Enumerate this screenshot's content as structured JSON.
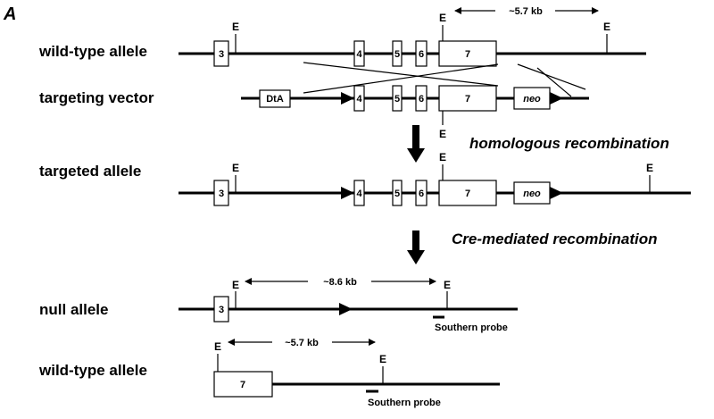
{
  "panel_label": "A",
  "rows": {
    "wt1": "wild-type allele",
    "vector": "targeting vector",
    "targeted": "targeted allele",
    "null": "null allele",
    "wt2": "wild-type allele"
  },
  "steps": {
    "homologous": "homologous recombination",
    "cre": "Cre-mediated recombination"
  },
  "exons": {
    "e3": "3",
    "e4": "4",
    "e5": "5",
    "e6": "6",
    "e7": "7"
  },
  "cassettes": {
    "dta": "DtA",
    "neo": "neo"
  },
  "site_label": "E",
  "distances": {
    "wt_top": "~5.7 kb",
    "null": "~8.6 kb",
    "wt_bottom": "~5.7 kb"
  },
  "probe_label": "Southern probe"
}
